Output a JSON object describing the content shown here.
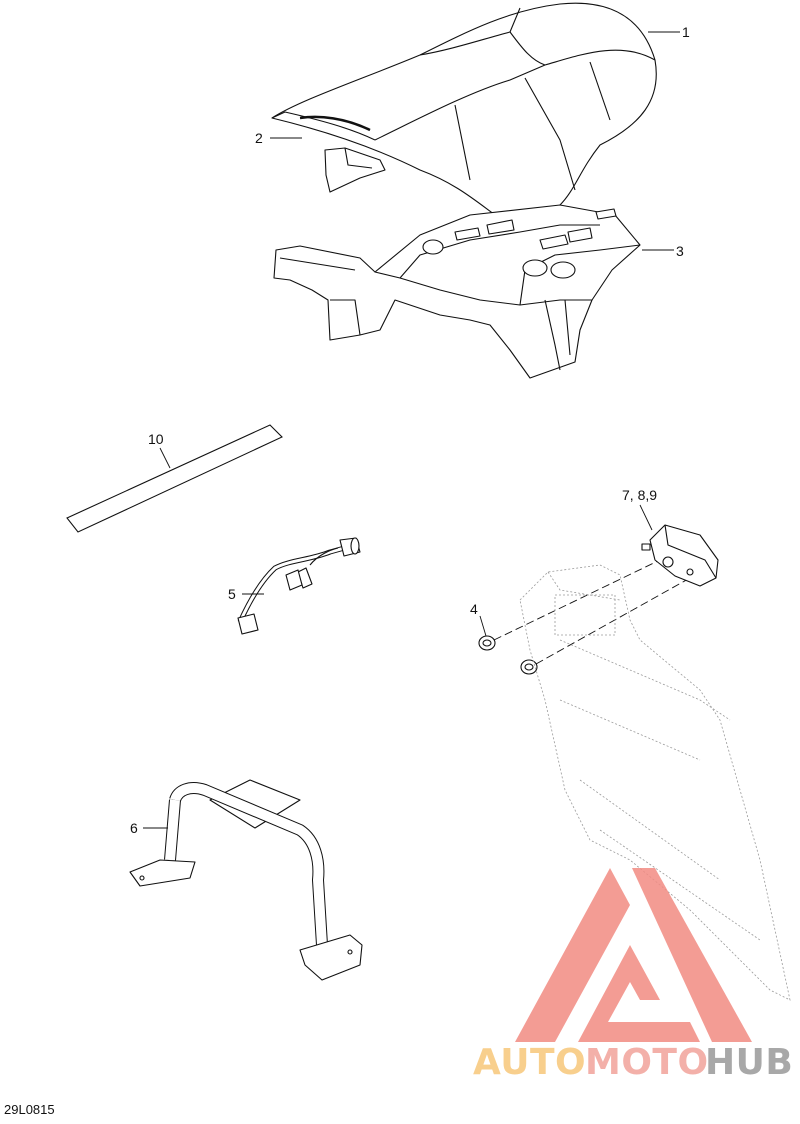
{
  "diagram": {
    "reference_code": "29L0815",
    "callouts": [
      {
        "id": "1",
        "label": "1"
      },
      {
        "id": "2",
        "label": "2"
      },
      {
        "id": "3",
        "label": "3"
      },
      {
        "id": "4",
        "label": "4"
      },
      {
        "id": "5",
        "label": "5"
      },
      {
        "id": "6",
        "label": "6"
      },
      {
        "id": "7",
        "label": "7, 8,9"
      },
      {
        "id": "10",
        "label": "10"
      }
    ]
  },
  "watermark": {
    "word_part_1": "AUTO",
    "word_part_2": "MOTO",
    "word_part_3": "HUB",
    "colors": {
      "auto": "#f7c77a",
      "moto": "#f2a39b",
      "hub": "#9a9a9a",
      "triangle": "#f28b82"
    }
  }
}
